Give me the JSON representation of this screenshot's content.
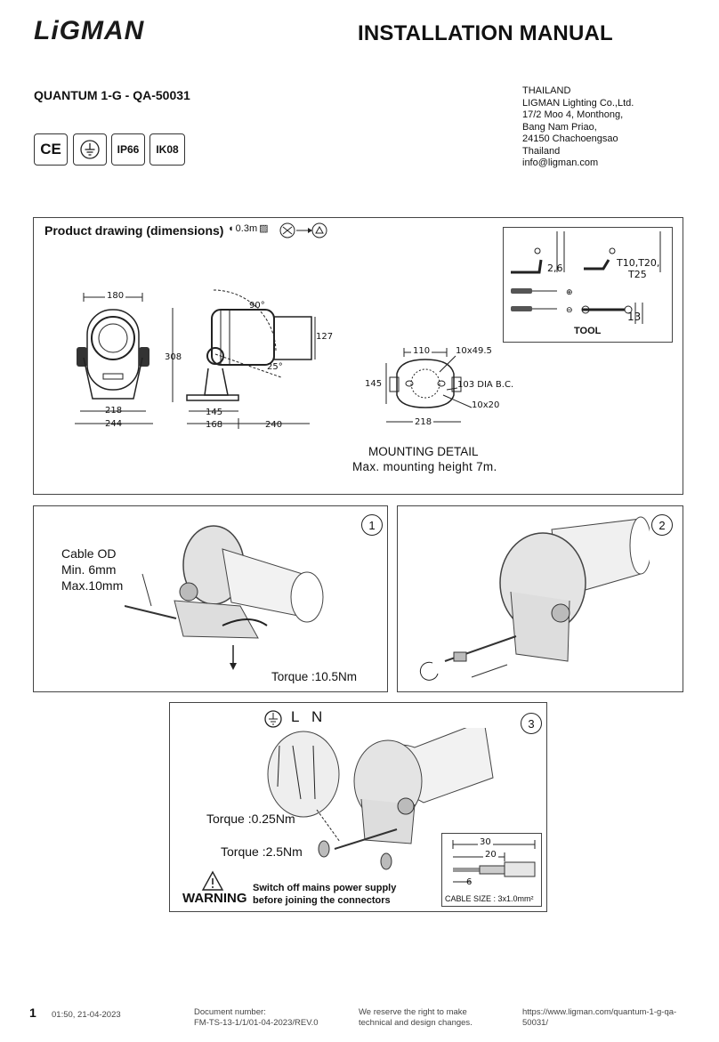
{
  "header": {
    "brand": "LiGMAN",
    "doc_title": "INSTALLATION MANUAL",
    "model": "QUANTUM 1-G - QA-50031"
  },
  "address": [
    "THAILAND",
    "LIGMAN Lighting Co.,Ltd.",
    "17/2 Moo 4, Monthong,",
    "Bang Nam Priao,",
    "24150 Chachoengsao",
    "Thailand",
    "info@ligman.com"
  ],
  "certs": {
    "ce": "CE",
    "ip": "IP66",
    "ik": "IK08"
  },
  "drawing": {
    "title": "Product drawing (dimensions)",
    "wind": "0.3m",
    "dims": {
      "d180": "180",
      "d308": "308",
      "d218a": "218",
      "d244": "244",
      "d90": "90°",
      "d25": "25°",
      "d127": "127",
      "d145a": "145",
      "d168": "168",
      "d240": "240",
      "d110": "110",
      "d10x495": "10x49.5",
      "d145b": "145",
      "d103": "103 DIA B.C.",
      "d10x20": "10x20",
      "d218b": "218"
    },
    "mounting_title": "MOUNTING DETAIL",
    "mounting_note": "Max. mounting height 7m.",
    "tools": {
      "hex1": "2,6",
      "torx": "T10,T20,",
      "torx2": "T25",
      "wrench": "13",
      "label": "TOOL"
    }
  },
  "step1": {
    "num": "1",
    "cable1": "Cable OD",
    "cable2": "Min. 6mm",
    "cable3": "Max.10mm",
    "torque": "Torque :10.5Nm"
  },
  "step2": {
    "num": "2"
  },
  "step3": {
    "num": "3",
    "l": "L",
    "n": "N",
    "torque1": "Torque :0.25Nm",
    "torque2": "Torque :2.5Nm",
    "warning": "WARNING",
    "warn1": "Switch off mains power supply",
    "warn2": "before joining the connectors",
    "c30": "30",
    "c20": "20",
    "c6": "6",
    "cable_size": "CABLE SIZE : 3x1.0mm²"
  },
  "footer": {
    "page": "1",
    "date": "01:50, 21-04-2023",
    "docnum1": "Document number:",
    "docnum2": "FM-TS-13-1/1/01-04-2023/REV.0",
    "rights1": "We reserve the right to make",
    "rights2": "technical and design changes.",
    "url1": "https://www.ligman.com/quantum-1-g-qa-",
    "url2": "50031/"
  }
}
